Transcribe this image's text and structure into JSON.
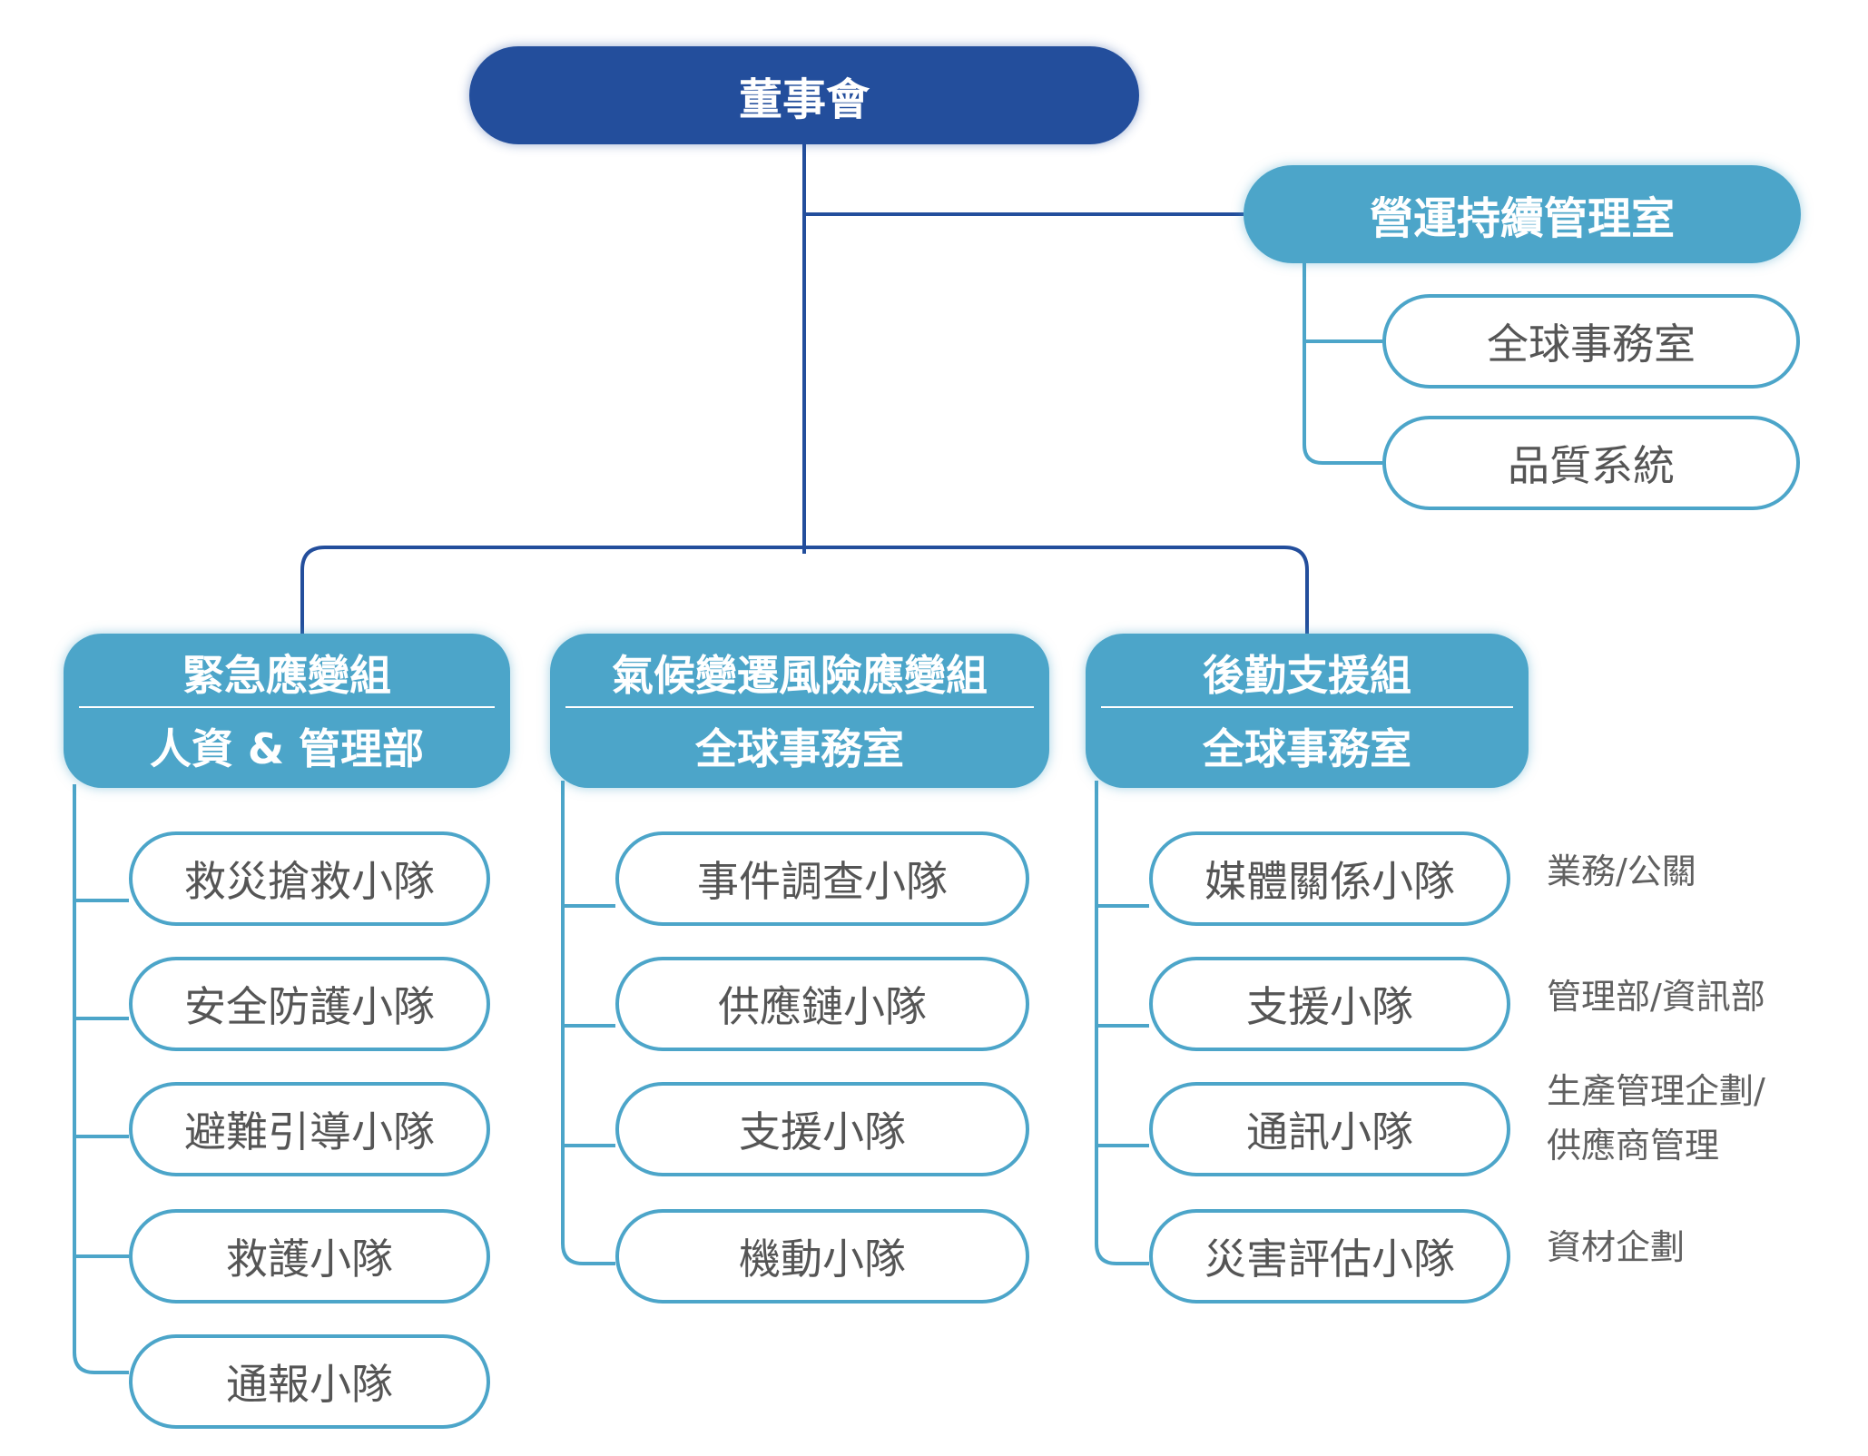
{
  "colors": {
    "root": "#234e9c",
    "accent": "#4ca5c9",
    "team_text": "#555555",
    "note_text": "#606060"
  },
  "root": {
    "label": "董事會"
  },
  "bcm_office": {
    "label": "營運持續管理室",
    "children": [
      "全球事務室",
      "品質系統"
    ]
  },
  "groups": [
    {
      "title": "緊急應變組",
      "subtitle": "人資 & 管理部",
      "teams": [
        "救災搶救小隊",
        "安全防護小隊",
        "避難引導小隊",
        "救護小隊",
        "通報小隊"
      ]
    },
    {
      "title": "氣候變遷風險應變組",
      "subtitle": "全球事務室",
      "teams": [
        "事件調查小隊",
        "供應鏈小隊",
        "支援小隊",
        "機動小隊"
      ]
    },
    {
      "title": "後勤支援組",
      "subtitle": "全球事務室",
      "teams": [
        "媒體關係小隊",
        "支援小隊",
        "通訊小隊",
        "災害評估小隊"
      ]
    }
  ],
  "team_notes": [
    [
      "業務/公關"
    ],
    [
      "管理部/資訊部"
    ],
    [
      "生產管理企劃/",
      "供應商管理"
    ],
    [
      "資材企劃"
    ]
  ]
}
